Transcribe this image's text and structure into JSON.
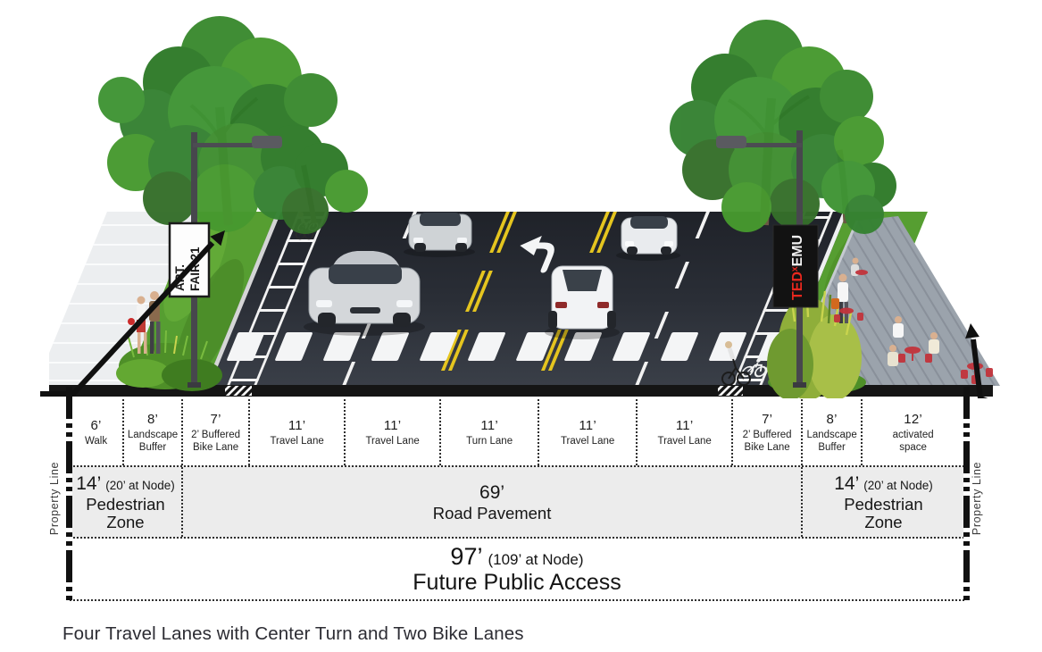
{
  "caption": "Four Travel Lanes with Center Turn and Two Bike Lanes",
  "scene": {
    "left_banner": {
      "line1": "ART.",
      "line2": "FAIR 21"
    },
    "right_banner": {
      "ted": "TED",
      "x": "x",
      "emu": "EMU"
    }
  },
  "lanes": [
    {
      "width": "6’",
      "label": "Walk"
    },
    {
      "width": "8’",
      "label": "Landscape Buffer"
    },
    {
      "width": "7’",
      "label": "2’ Buffered Bike Lane"
    },
    {
      "width": "11’",
      "label": "Travel Lane"
    },
    {
      "width": "11’",
      "label": "Travel Lane"
    },
    {
      "width": "11’",
      "label": "Turn Lane"
    },
    {
      "width": "11’",
      "label": "Travel Lane"
    },
    {
      "width": "11’",
      "label": "Travel Lane"
    },
    {
      "width": "7’",
      "label": "2’ Buffered Bike Lane"
    },
    {
      "width": "8’",
      "label": "Landscape Buffer"
    },
    {
      "width": "12’",
      "label": "activated space"
    }
  ],
  "zones": [
    {
      "width": "14’",
      "note": "(20’ at Node)",
      "label": "Pedestrian Zone"
    },
    {
      "width": "69’",
      "note": "",
      "label": "Road Pavement"
    },
    {
      "width": "14’",
      "note": "(20’ at Node)",
      "label": "Pedestrian Zone"
    }
  ],
  "total": {
    "width": "97’",
    "note": "(109’ at Node)",
    "label": "Future Public Access"
  },
  "property_line": "Property Line",
  "colors": {
    "asphalt": "#2c3038",
    "lane_yellow": "#e5c51f",
    "ted_red": "#e8281e",
    "furniture_red": "#c2343c"
  }
}
